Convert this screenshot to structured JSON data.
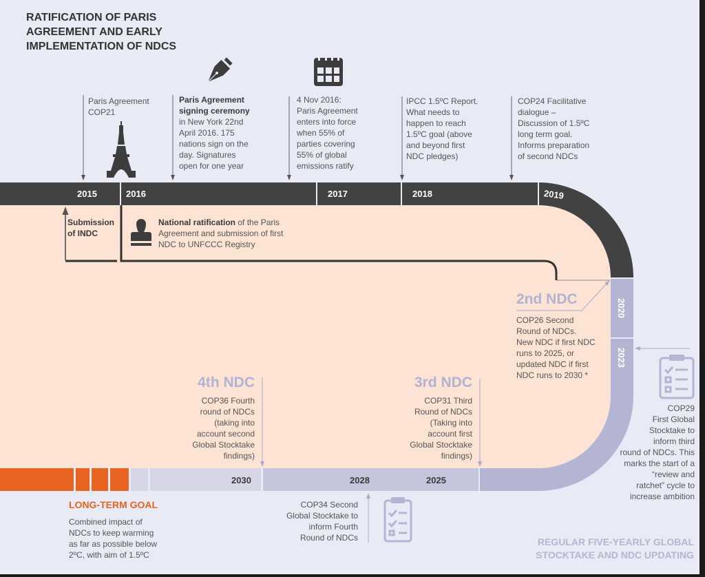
{
  "title": [
    "RATIFICATION OF PARIS",
    "AGREEMENT AND EARLY",
    "IMPLEMENTATION OF NDCS"
  ],
  "top_years": {
    "y2015": "2015",
    "y2016": "2016",
    "y2017": "2017",
    "y2018": "2018",
    "y2019": "2019"
  },
  "side_years": {
    "y2020": "2020",
    "y2023": "2023"
  },
  "bottom_years": {
    "y2030": "2030",
    "y2028": "2028",
    "y2025": "2025"
  },
  "events": {
    "cop21": [
      "Paris Agreement",
      "COP21"
    ],
    "signing": {
      "bold": [
        "Paris Agreement",
        "signing ceremony"
      ],
      "text": [
        "in New York 22nd",
        "April 2016. 175",
        "nations sign on the",
        "day. Signatures",
        "open for one year"
      ]
    },
    "entry_force": [
      "4 Nov 2016:",
      "Paris Agreement",
      "enters into force",
      "when 55% of",
      "parties covering",
      "55% of global",
      "emissions ratify"
    ],
    "ipcc": [
      "IPCC 1.5ºC Report.",
      "What needs to",
      "happen to reach",
      "1.5ºC goal (above",
      "and beyond first",
      "NDC pledges)"
    ],
    "cop24": [
      "COP24 Facilitative",
      "dialogue –",
      "Discussion of 1.5ºC",
      "long term goal.",
      "Informs preparation",
      "of second NDCs"
    ],
    "indc": [
      "Submission",
      "of INDC"
    ],
    "ratification": {
      "bold": "National ratification",
      "text": [
        " of the Paris",
        "Agreement and submission of first",
        "NDC to UNFCCC Registry"
      ]
    }
  },
  "ndc2": {
    "heading": "2nd NDC",
    "text": [
      "COP26 Second",
      "Round of NDCs.",
      "New NDC if first NDC",
      "runs to 2025, or",
      "updated NDC if first",
      "NDC runs to 2030 *"
    ]
  },
  "ndc3": {
    "heading": "3rd NDC",
    "text": [
      "COP31 Third",
      "Round of NDCs",
      "(Taking into",
      "account first",
      "Global Stocktake",
      "findings)"
    ]
  },
  "ndc4": {
    "heading": "4th NDC",
    "text": [
      "COP36 Fourth",
      "round of NDCs",
      "(taking into",
      "account second",
      "Global Stocktake",
      "findings)"
    ]
  },
  "cop29": [
    "COP29",
    "First Global",
    "Stocktake to",
    "inform third",
    "round of NDCs. This",
    "marks the start of a",
    "“review and",
    "ratchet” cycle to",
    "increase ambition"
  ],
  "cop34": [
    "COP34 Second",
    "Global Stocktake to",
    "inform Fourth",
    "Round of NDCs"
  ],
  "long_term_goal": {
    "heading": "LONG-TERM GOAL",
    "text": [
      "Combined impact of",
      "NDCs to keep warming",
      "as far as possible below",
      "2ºC, with aim of 1.5ºC"
    ]
  },
  "footer": [
    "REGULAR FIVE-YEARLY  GLOBAL",
    "STOCKTAKE  AND NDC UPDATING"
  ],
  "colors": {
    "background": "#e8eaf5",
    "peach": "#fce3d4",
    "dark_band": "#424242",
    "lavender": "#b3b5d3",
    "orange": "#e8631f"
  }
}
